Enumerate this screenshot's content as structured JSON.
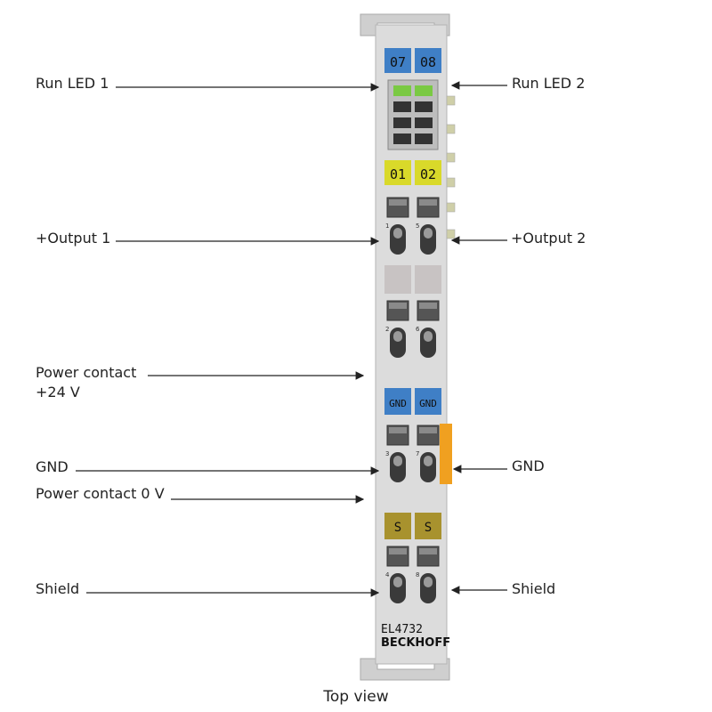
{
  "labels": {
    "run_led_1": "Run LED 1",
    "run_led_2": "Run LED 2",
    "output_1": "+Output 1",
    "output_2": "+Output 2",
    "power_contact_24v_line1": "Power contact",
    "power_contact_24v_line2": "+24 V",
    "gnd_left": "GND",
    "gnd_right": "GND",
    "power_contact_0v": "Power contact 0 V",
    "shield_left": "Shield",
    "shield_right": "Shield"
  },
  "device": {
    "led_tag_left": "07",
    "led_tag_right": "08",
    "output_tag_left": "01",
    "output_tag_right": "02",
    "gnd_tag_left": "GND",
    "gnd_tag_right": "GND",
    "shield_tag_left": "S",
    "shield_tag_right": "S",
    "terminal_numbers": [
      "1",
      "5",
      "2",
      "6",
      "3",
      "7",
      "4",
      "8"
    ],
    "model": "EL4732",
    "brand": "BECKHOFF"
  },
  "caption": "Top view",
  "colors": {
    "blue_tag": "#3f7fc6",
    "yellow_tag": "#d9d92a",
    "gold_tag": "#a8922e",
    "led_green": "#7ac943",
    "orange_bar": "#f0a020",
    "housing": "#dcdcdc"
  }
}
